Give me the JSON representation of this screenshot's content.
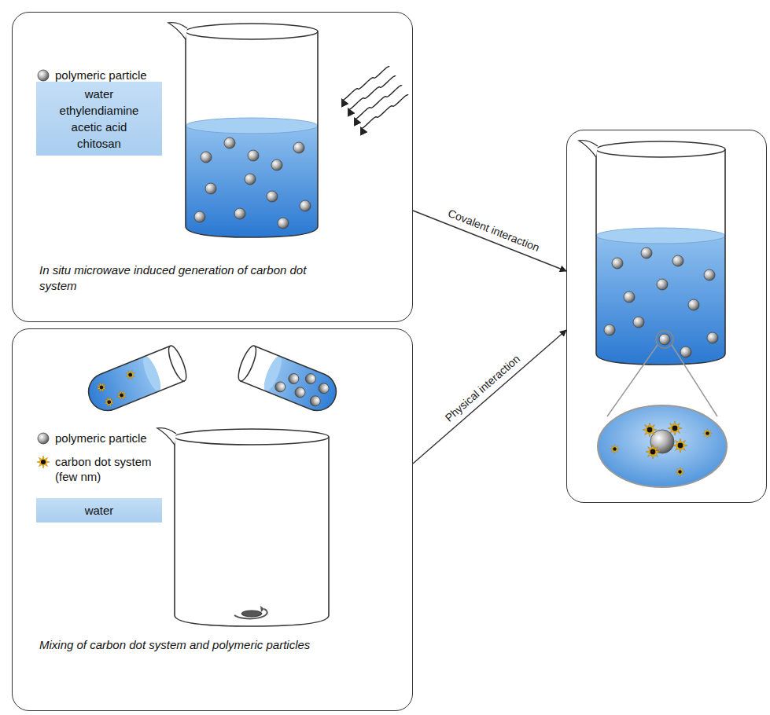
{
  "diagram": {
    "nodes": [
      {
        "text": [
          "In situ microwave induced generation of carbon dot system"
        ]
      },
      {
        "text": [
          "water",
          "ethylendiamine",
          "acetic acid",
          "chitosan"
        ],
        "in": 0
      },
      {
        "text": [
          "Mixing of carbon dot system and polymeric particles"
        ]
      },
      {
        "text": [
          "water"
        ],
        "in": 2
      },
      {
        "text": []
      }
    ],
    "edges": [
      {
        "from": 0,
        "to": 4,
        "arrow": "to",
        "label": "Covalent interaction"
      },
      {
        "from": 2,
        "to": 4,
        "arrow": "to",
        "label": "Physical interaction"
      }
    ],
    "legend": [
      {
        "text": "polymeric particle"
      },
      {
        "text": "polymeric particle"
      },
      {
        "text": "carbon dot system (few nm)"
      }
    ]
  }
}
